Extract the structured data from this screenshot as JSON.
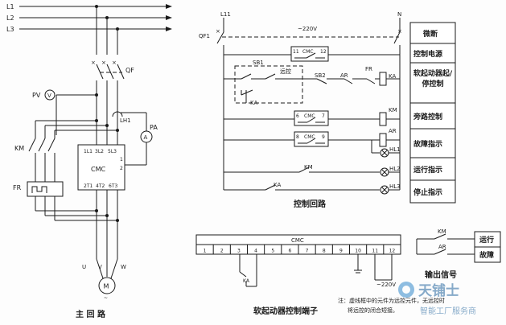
{
  "main_circuit": {
    "caption": "主 回 路",
    "phases": [
      "L1",
      "L2",
      "L3"
    ],
    "qf": "QF",
    "pv": "PV",
    "pa": "PA",
    "lh1": "LH1",
    "km": "KM",
    "fr": "FR",
    "cmc": "CMC",
    "cmc_in": [
      "1L1",
      "3L2",
      "5L3"
    ],
    "cmc_out": [
      "2T1",
      "4T2",
      "6T3"
    ],
    "cmc_side": [
      "1",
      "2"
    ],
    "motor": "M",
    "motor_terms": [
      "U",
      "V",
      "W"
    ],
    "gauge_v": "V",
    "gauge_a": "A"
  },
  "control_circuit": {
    "caption": "控制回路",
    "l11": "L11",
    "n": "N",
    "voltage": "~220V",
    "qf1": "QF1",
    "sb1": "SB1",
    "remote": "远控",
    "sb2": "SB2",
    "ar": "AR",
    "fr": "FR",
    "ka": "KA",
    "km": "KM",
    "hl1": "HL1",
    "hl2": "HL2",
    "hl3": "HL3",
    "cmc_11_12": [
      "11",
      "CMC",
      "12"
    ],
    "cmc_6_7": [
      "6",
      "CMC",
      "7"
    ],
    "cmc_8_9": [
      "8",
      "CMC",
      "9"
    ],
    "function_labels": [
      "微断",
      "控制电源",
      "软起动器起/停控制",
      "旁路控制",
      "故障指示",
      "运行指示",
      "停止指示"
    ]
  },
  "terminal_block": {
    "caption": "软起动器控制端子",
    "title": "CMC",
    "numbers": [
      "1",
      "2",
      "3",
      "4",
      "5",
      "6",
      "7",
      "8",
      "9",
      "10",
      "11",
      "12"
    ],
    "ka": "KA",
    "voltage": "~220V"
  },
  "output_signal": {
    "caption": "输出信号",
    "km": "KM",
    "ar": "AR",
    "run": "运行",
    "fault": "故障"
  },
  "note": {
    "line1": "注：虚线框中的元件为远控元件，无远控时",
    "line2": "将远控的闭合短接。"
  },
  "watermark": {
    "brand": "天铺士",
    "tagline": "智能工厂服务商"
  }
}
